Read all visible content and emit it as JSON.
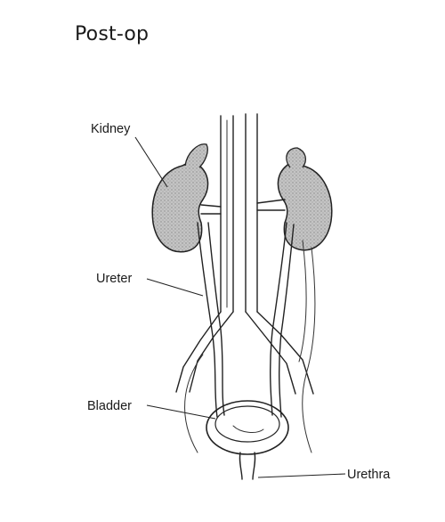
{
  "title": "Post-op",
  "labels": {
    "kidney": "Kidney",
    "ureter": "Ureter",
    "bladder": "Bladder",
    "urethra": "Urethra"
  },
  "colors": {
    "ink": "#222222",
    "kidney_fill": "#b9b9b9",
    "background": "#ffffff"
  }
}
